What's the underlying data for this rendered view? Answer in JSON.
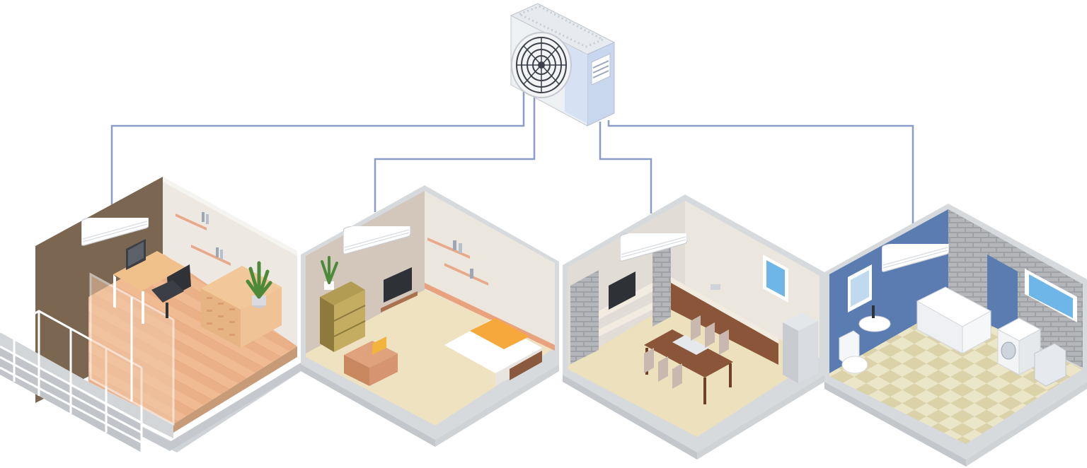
{
  "diagram": {
    "caption": "",
    "outdoor_unit": {
      "icon": "outdoor-condenser-icon"
    },
    "rooms": [
      {
        "id": "office",
        "icon": "office-room-icon",
        "indoor_unit": "wall-ac-unit-icon"
      },
      {
        "id": "bedroom",
        "icon": "bedroom-room-icon",
        "indoor_unit": "wall-ac-unit-icon"
      },
      {
        "id": "kitchen",
        "icon": "kitchen-dining-room-icon",
        "indoor_unit": "wall-ac-unit-icon"
      },
      {
        "id": "bathroom",
        "icon": "bathroom-room-icon",
        "indoor_unit": "wall-ac-unit-icon"
      }
    ],
    "colors": {
      "pipe": "#8a9cc8",
      "slab": "#d7dadd",
      "ac_body": "#ffffff",
      "office_wall": "#7a6651",
      "office_floor": "#eeb890",
      "bedroom_floor": "#efe2c1",
      "kitchen_floor": "#ece0bd",
      "bathroom_wall": "#5b7cb1",
      "bathroom_floor": "#eee8cf",
      "wood": "#b9845b"
    }
  }
}
